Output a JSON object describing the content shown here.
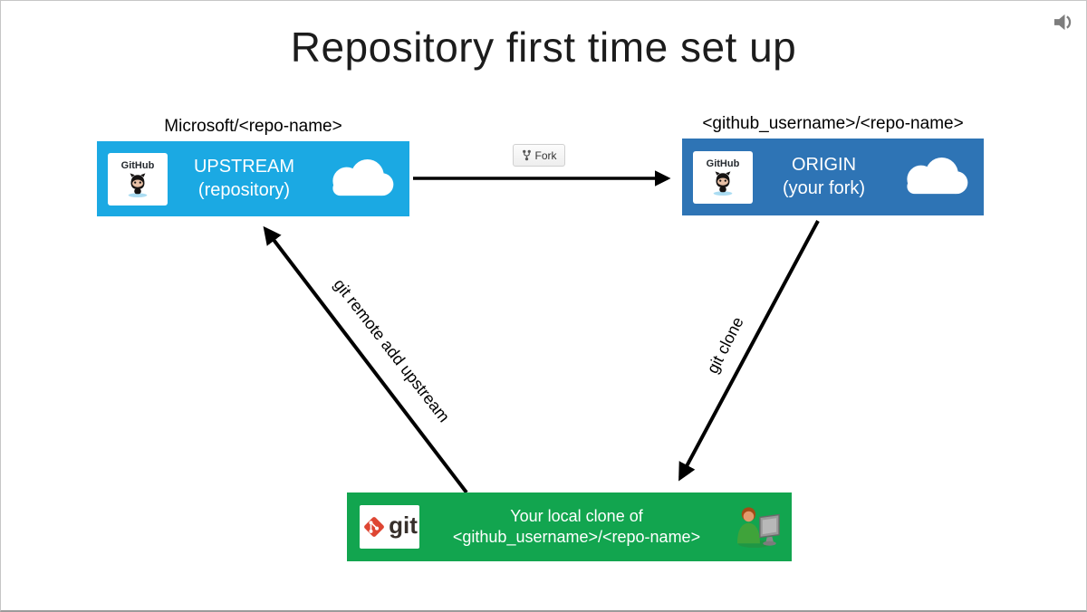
{
  "slide": {
    "title": "Repository first time set up"
  },
  "nodes": {
    "upstream": {
      "label_above": "Microsoft/<repo-name>",
      "title": "UPSTREAM",
      "subtitle": "(repository)",
      "badge_label": "GitHub",
      "color": "#1BA9E3"
    },
    "origin": {
      "label_above": "<github_username>/<repo-name>",
      "title": "ORIGIN",
      "subtitle": "(your fork)",
      "badge_label": "GitHub",
      "color": "#2E74B5"
    },
    "local": {
      "title": "Your local clone of",
      "subtitle": "<github_username>/<repo-name>",
      "badge_label": "git",
      "color": "#12A54F"
    }
  },
  "edges": {
    "fork_button_label": "Fork",
    "remote_add_label": "git remote add upstream",
    "clone_label": "git clone"
  },
  "icons": {
    "speaker": "speaker-icon",
    "fork": "fork-icon",
    "cloud": "cloud-icon",
    "octocat": "octocat-icon",
    "git_logo": "git-logo-icon",
    "person_at_computer": "person-at-computer-icon"
  },
  "colors": {
    "arrow": "#000000",
    "upstream_box": "#1BA9E3",
    "origin_box": "#2E74B5",
    "local_box": "#12A54F",
    "speaker_gray": "#7d7d7d"
  }
}
